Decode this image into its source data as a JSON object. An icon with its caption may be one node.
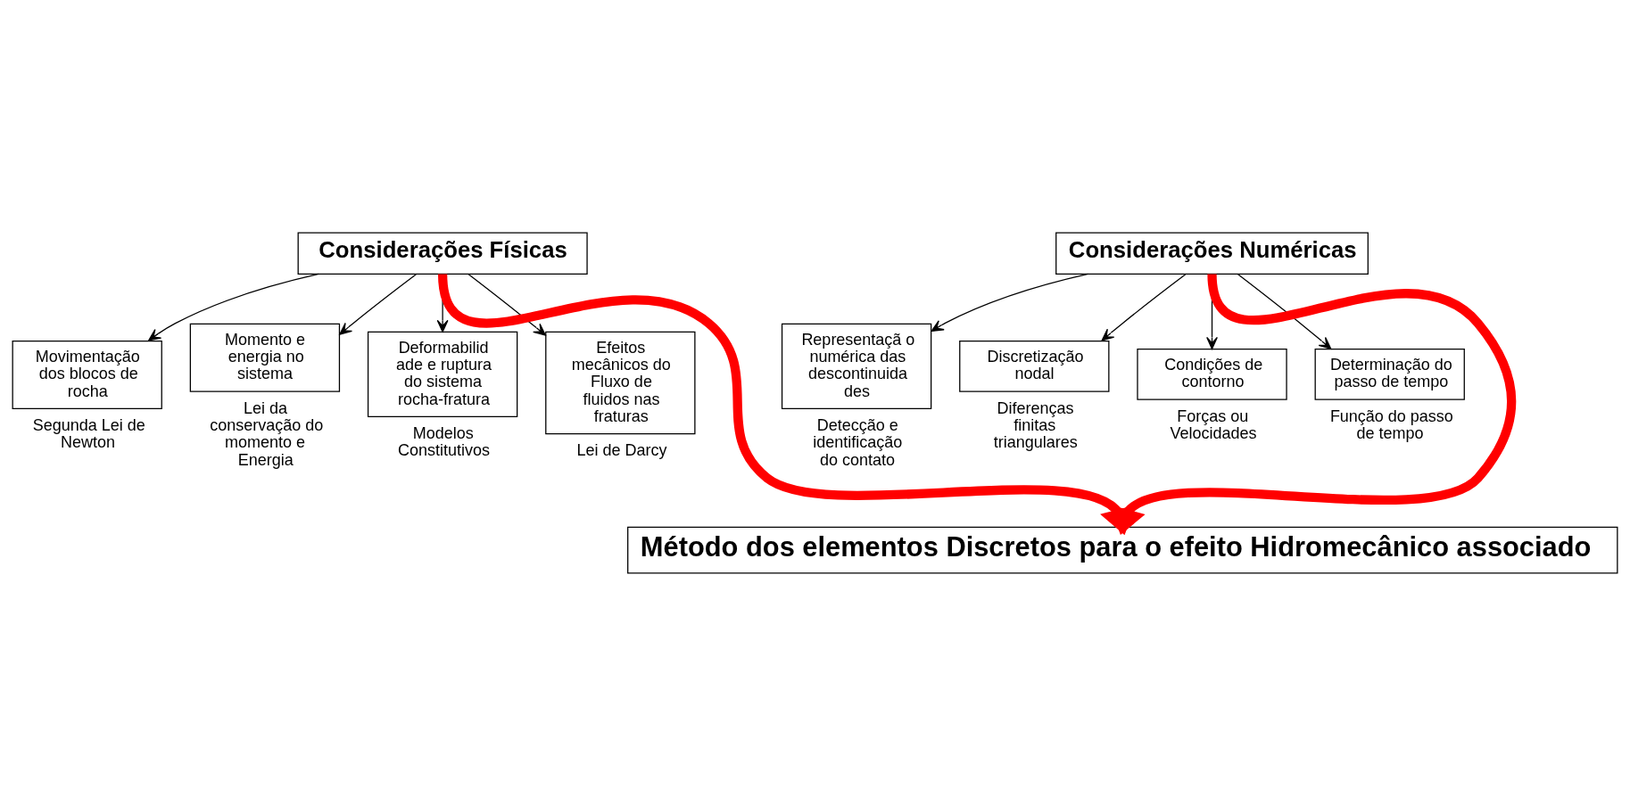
{
  "diagram": {
    "nodes": [
      {
        "text": [
          "Considerações Físicas"
        ]
      },
      {
        "text": [
          "Considerações Numéricas"
        ]
      },
      {
        "text": [
          "Movimentação dos blocos de rocha"
        ],
        "beside": [
          "Segunda Lei de Newton"
        ]
      },
      {
        "text": [
          "Momento e energia no sistema"
        ],
        "beside": [
          "Lei da conservação do momento e Energia"
        ]
      },
      {
        "text": [
          "Deformabilid ade e ruptura do sistema rocha-fratura"
        ],
        "beside": [
          "Modelos Constitutivos"
        ]
      },
      {
        "text": [
          "Efeitos mecânicos do Fluxo de fluidos nas fraturas"
        ],
        "beside": [
          "Lei de Darcy"
        ]
      },
      {
        "text": [
          "Representaçã o numérica das descontinuida des"
        ],
        "beside": [
          "Detecção e identificação do contato"
        ]
      },
      {
        "text": [
          "Discretização nodal"
        ],
        "beside": [
          "Diferenças finitas triangulares"
        ]
      },
      {
        "text": [
          "Condições de contorno"
        ],
        "beside": [
          "Forças ou Velocidades"
        ]
      },
      {
        "text": [
          "Determinação do passo de tempo"
        ],
        "beside": [
          "Função do passo de tempo"
        ]
      },
      {
        "text": [
          "Método dos elementos Discretos para o efeito Hidromecânico associado"
        ]
      }
    ],
    "edges": [
      {
        "from": 0,
        "to": 2,
        "arrow": "to"
      },
      {
        "from": 0,
        "to": 3,
        "arrow": "to"
      },
      {
        "from": 0,
        "to": 4,
        "arrow": "to"
      },
      {
        "from": 0,
        "to": 5,
        "arrow": "to"
      },
      {
        "from": 1,
        "to": 6,
        "arrow": "to"
      },
      {
        "from": 1,
        "to": 7,
        "arrow": "to"
      },
      {
        "from": 1,
        "to": 8,
        "arrow": "to"
      },
      {
        "from": 1,
        "to": 9,
        "arrow": "to"
      },
      {
        "from": 0,
        "to": 10,
        "arrow": "to",
        "style": "thick",
        "color": "#ff0000"
      },
      {
        "from": 1,
        "to": 10,
        "arrow": "to",
        "style": "thick",
        "color": "#ff0000"
      }
    ]
  }
}
